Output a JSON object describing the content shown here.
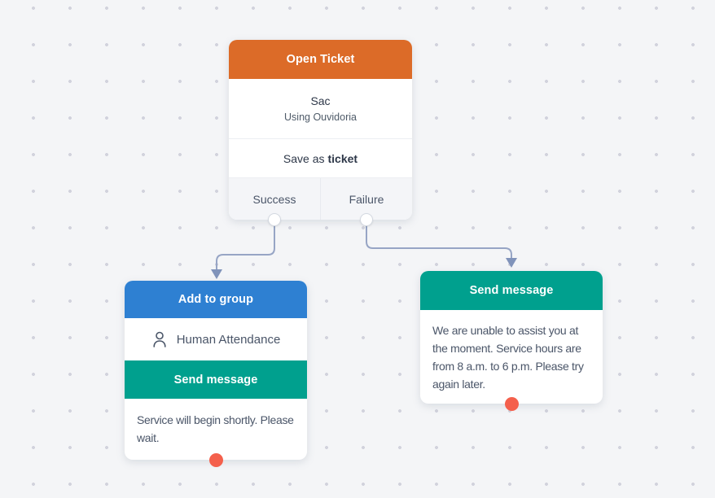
{
  "flow": {
    "open_ticket": {
      "header_label": "Open Ticket",
      "action_title": "Sac",
      "action_subtitle": "Using Ouvidoria",
      "save_label_prefix": "Save as",
      "save_label_keyword": "ticket",
      "output_success": "Success",
      "output_failure": "Failure"
    },
    "add_to_group": {
      "header_label": "Add to group",
      "group_name": "Human Attendance",
      "send_message_label": "Send message",
      "message": "Service will begin shortly. Please wait."
    },
    "send_message": {
      "header_label": "Send message",
      "message": "We are unable to assist you at the moment. Service hours are from 8 a.m. to 6 p.m. Please try again later."
    }
  },
  "colors": {
    "open_ticket_header": "#dc6b28",
    "add_to_group_header": "#2e80d2",
    "send_message_header": "#00a08e",
    "connector_line": "#97a5c5",
    "connector_arrow": "#8093ba",
    "endpoint_dot": "#f4604c",
    "canvas_background": "#f4f5f7",
    "canvas_dot": "#d2d3dd"
  }
}
